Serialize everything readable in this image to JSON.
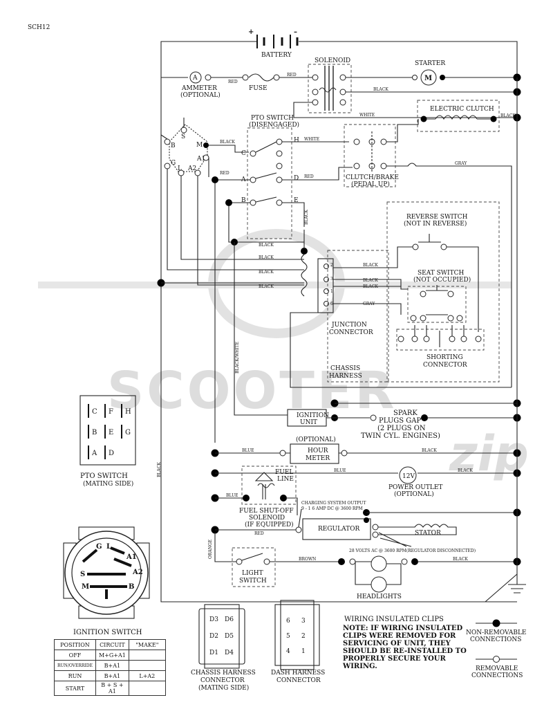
{
  "header": {
    "code": "SCH12"
  },
  "watermark": {
    "text": "SCOOTER",
    "sub": "zip"
  },
  "components": {
    "battery": "BATTERY",
    "battery_plus": "+",
    "battery_minus": "–",
    "solenoid": "SOLENOID",
    "starter": "STARTER",
    "starter_symbol": "M",
    "ammeter": "AMMETER",
    "ammeter_optional": "(OPTIONAL)",
    "ammeter_symbol": "A",
    "fuse": "FUSE",
    "electric_clutch": "ELECTRIC CLUTCH",
    "pto_switch": "PTO SWITCH",
    "pto_state": "(DISENGAGED)",
    "clutch_brake": "CLUTCH/BRAKE",
    "clutch_brake_state": "(PEDAL UP)",
    "reverse_switch": "REVERSE SWITCH",
    "reverse_state": "(NOT IN REVERSE)",
    "seat_switch": "SEAT SWITCH",
    "seat_state": "(NOT OCCUPIED)",
    "junction": "JUNCTION",
    "connector": "CONNECTOR",
    "shorting": "SHORTING",
    "chassis": "CHASSIS",
    "harness": "HARNESS",
    "ignition_unit_1": "IGNITION",
    "ignition_unit_2": "UNIT",
    "spark_1": "SPARK",
    "spark_2": "PLUGS GAP",
    "spark_3": "(2 PLUGS ON",
    "spark_4": "TWIN CYL. ENGINES)",
    "optional": "(OPTIONAL)",
    "hour": "HOUR",
    "meter": "METER",
    "volt": "12V",
    "power_outlet": "POWER OUTLET",
    "fuel": "FUEL",
    "line": "LINE",
    "fuel_shutoff": "FUEL SHUT-OFF",
    "solenoid2": "SOLENOID",
    "if_equipped": "(IF EQUIPPED)",
    "charging_output": "CHARGING SYSTEM OUTPUT",
    "charging_amp": "9 - 1 6 AMP DC @ 3600 RPM",
    "regulator": "REGULATOR",
    "stator": "STATOR",
    "ac_volts": "28 VOLTS AC @ 3600 RPM(REGULATOR DISCONNECTED)",
    "light": "LIGHT",
    "switch": "SWITCH",
    "headlights": "HEADLIGHTS"
  },
  "wires": {
    "red": "RED",
    "black": "BLACK",
    "white": "WHITE",
    "gray": "GRAY",
    "blue": "BLUE",
    "brown": "BROWN",
    "orange": "ORANGE",
    "black_white": "BLACK/WHITE"
  },
  "terminals": {
    "pto": [
      "C",
      "H",
      "A",
      "D",
      "B",
      "E"
    ],
    "ign": [
      "S",
      "B",
      "M",
      "G",
      "L",
      "A1",
      "A2"
    ],
    "junction": [
      "2",
      "3",
      "1",
      "6"
    ],
    "ign_graphic": [
      "G",
      "L",
      "A1",
      "A2",
      "S",
      "M",
      "B"
    ],
    "pto_mating": [
      "C",
      "F",
      "H",
      "B",
      "E",
      "G",
      "A",
      "D"
    ],
    "chassis_conn": [
      "D3",
      "D6",
      "D2",
      "D5",
      "D1",
      "D4"
    ],
    "dash_conn": [
      "6",
      "3",
      "5",
      "2",
      "4",
      "1"
    ]
  },
  "pto_mating": {
    "title": "PTO SWITCH",
    "subtitle": "(MATING SIDE)"
  },
  "ignition_switch": {
    "title": "IGNITION SWITCH",
    "headers": [
      "POSITION",
      "CIRCUIT",
      "\"MAKE\""
    ],
    "rows": [
      [
        "OFF",
        "M+G+A1",
        ""
      ],
      [
        "RUN/OVERRIDE",
        "B+A1",
        ""
      ],
      [
        "RUN",
        "B+A1",
        "L+A2"
      ],
      [
        "START",
        "B + S + A1",
        ""
      ]
    ]
  },
  "chassis_connector": {
    "l1": "CHASSIS HARNESS",
    "l2": "CONNECTOR",
    "l3": "(MATING SIDE)"
  },
  "dash_connector": {
    "l1": "DASH HARNESS",
    "l2": "CONNECTOR"
  },
  "note": {
    "title": "WIRING INSULATED CLIPS",
    "lines": [
      "NOTE:  IF WIRING INSULATED",
      "CLIPS WERE REMOVED FOR",
      "SERVICING OF UNIT, THEY",
      "SHOULD BE RE-INSTALLED TO",
      "PROPERLY SECURE YOUR",
      "WIRING."
    ]
  },
  "legend": {
    "non_removable_1": "NON-REMOVABLE",
    "non_removable_2": "CONNECTIONS",
    "removable_1": "REMOVABLE",
    "removable_2": "CONNECTIONS"
  }
}
